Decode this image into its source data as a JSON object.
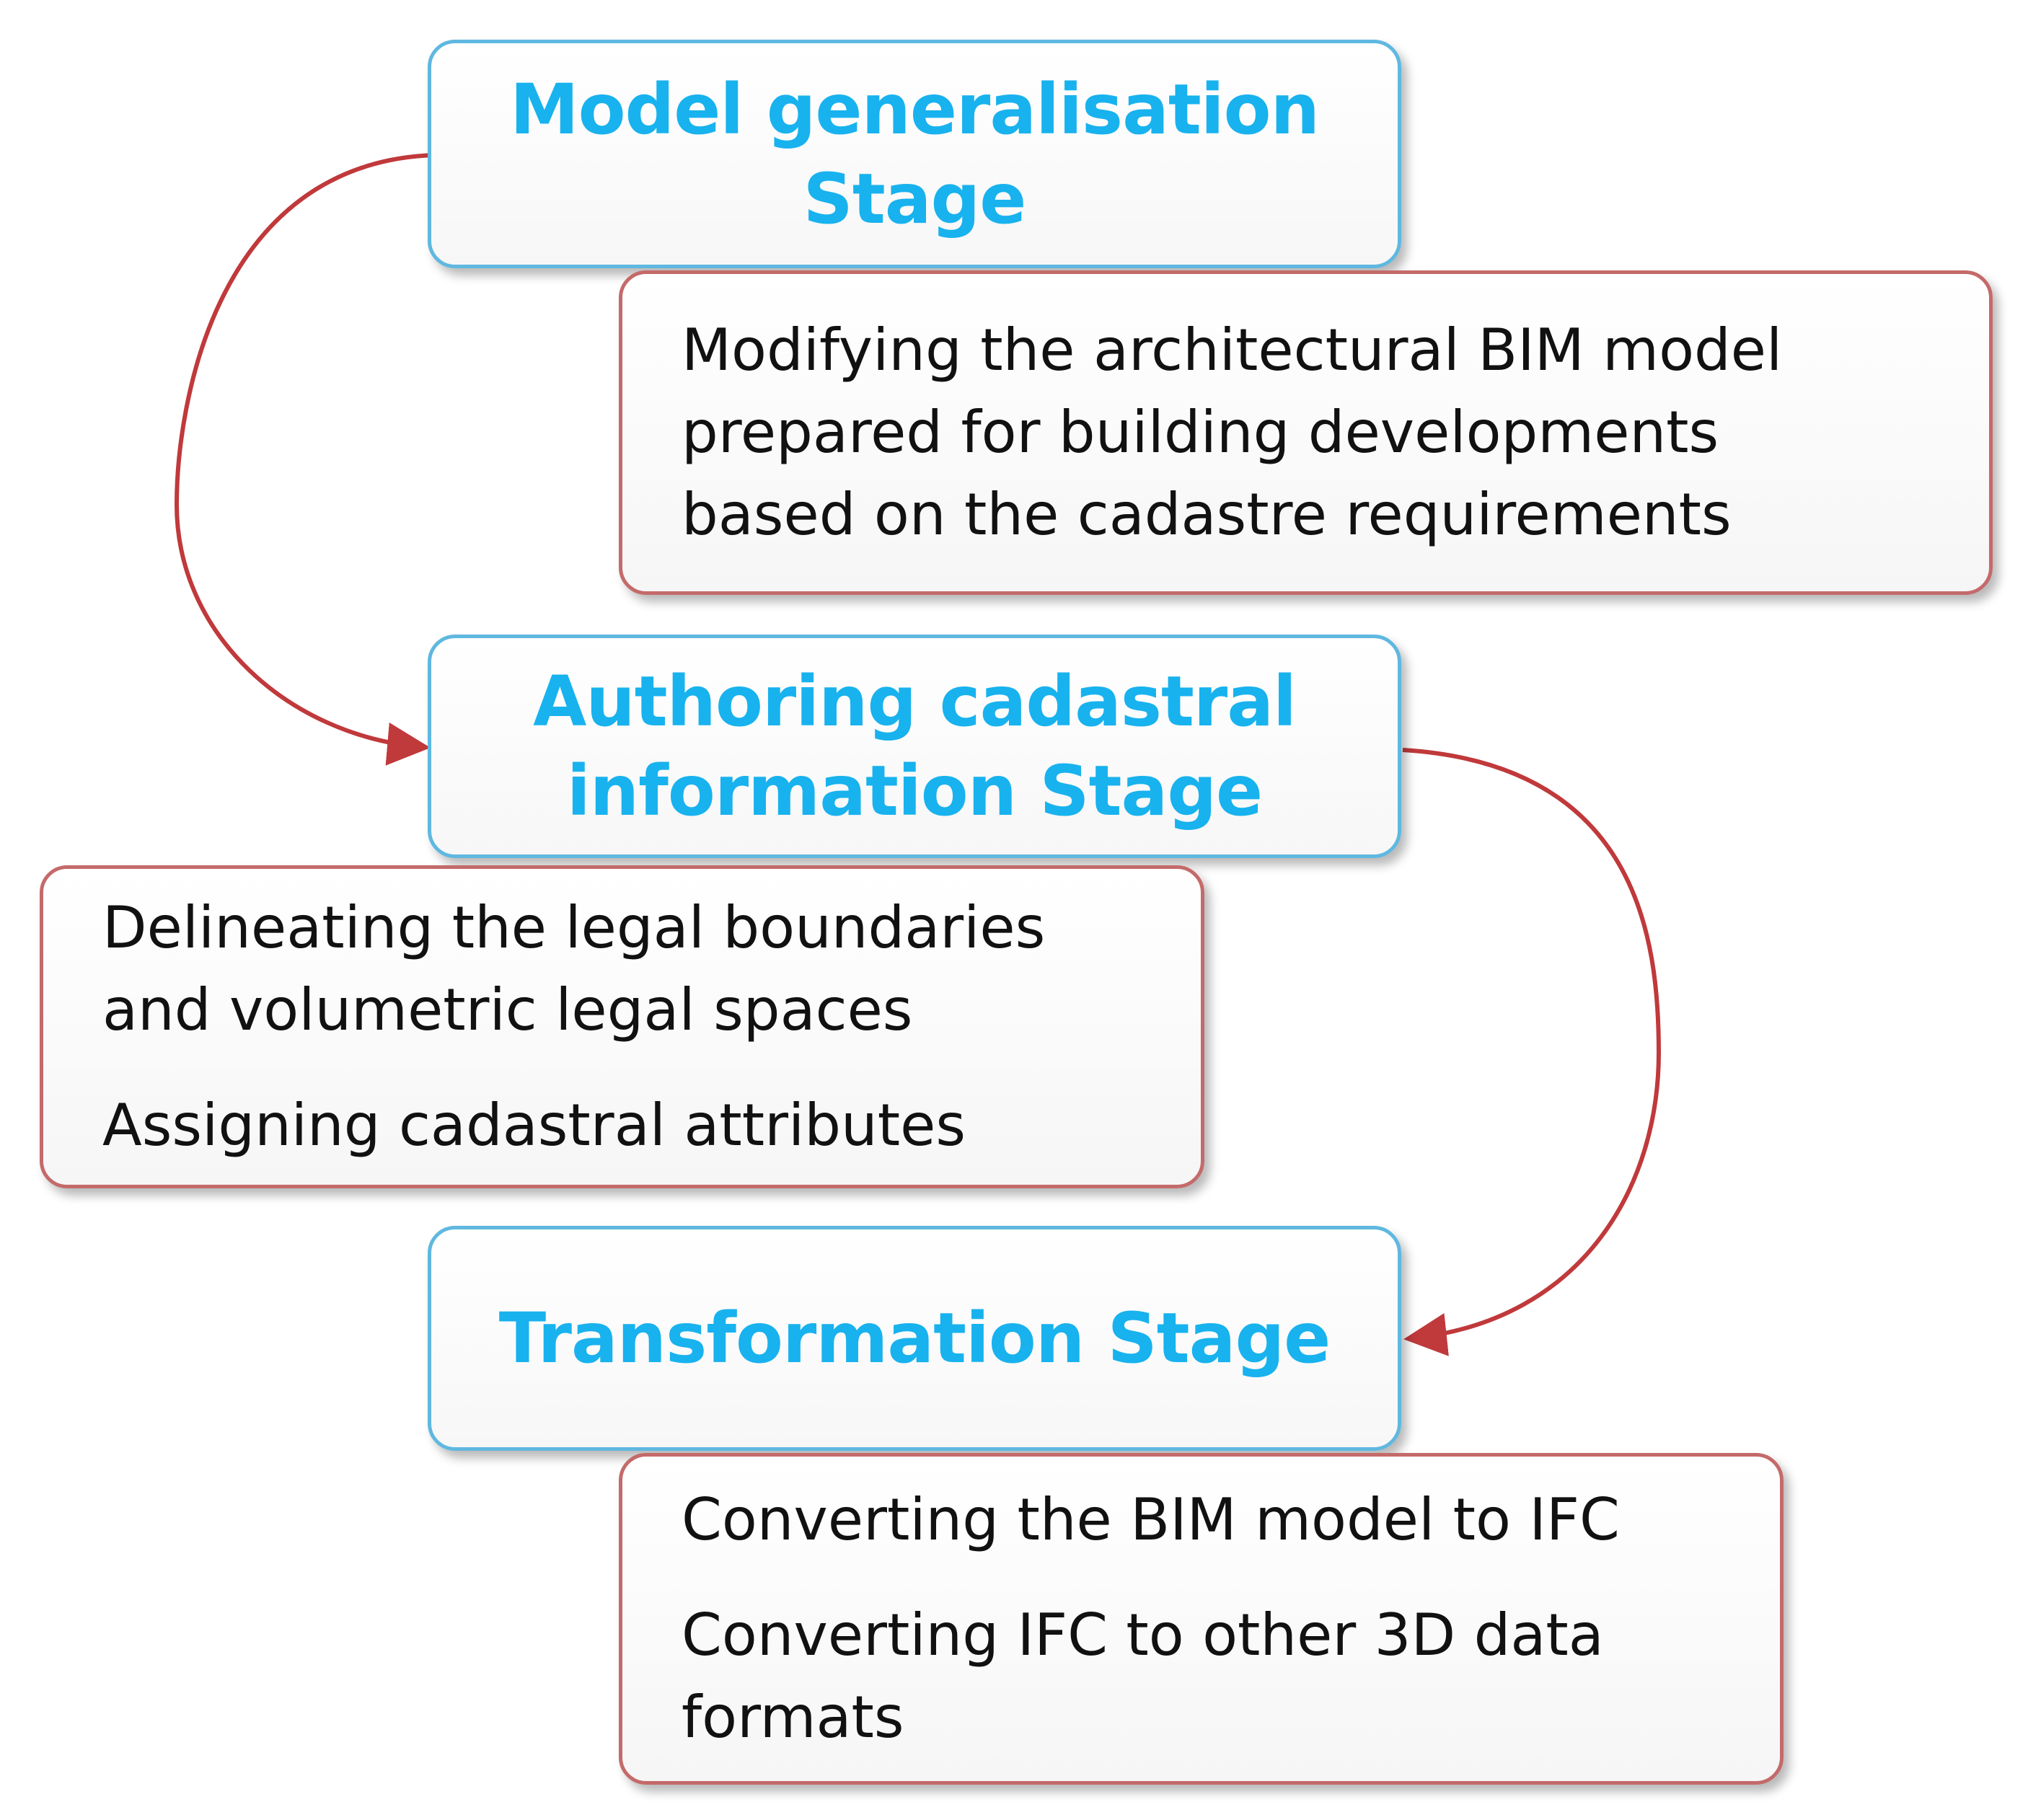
{
  "stages": [
    {
      "title_lines": [
        "Model generalisation",
        "Stage"
      ],
      "details": [
        "Modifying the architectural BIM model prepared for building developments based on the cadastre requirements"
      ]
    },
    {
      "title_lines": [
        "Authoring cadastral",
        "information Stage"
      ],
      "details": [
        "Delineating the legal boundaries and volumetric legal spaces",
        "Assigning cadastral attributes"
      ]
    },
    {
      "title_lines": [
        "Transformation Stage"
      ],
      "details": [
        "Converting the BIM model to IFC",
        "Converting IFC to other 3D data formats"
      ]
    }
  ],
  "colors": {
    "stage_border": "#5fb8e0",
    "stage_text": "#18b2ee",
    "detail_border": "#c46a6a",
    "arrow": "#c0393b",
    "detail_text": "#111111"
  }
}
